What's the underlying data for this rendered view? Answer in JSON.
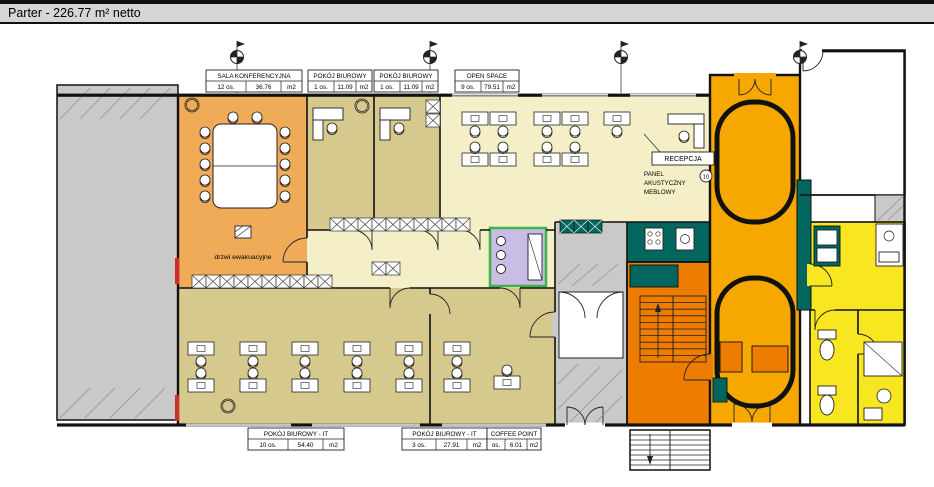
{
  "header": {
    "title": "Parter - 226.77 m² netto"
  },
  "colors": {
    "conference_orange": "#f0ab59",
    "office_khaki": "#d6c98e",
    "open_space_cream": "#f5efc8",
    "stair_hall_amber": "#f6a700",
    "stair_room_orange": "#ee7c00",
    "rooms_yellow": "#f8e620",
    "furniture_teal": "#00665e",
    "wc_purple": "#c9bce5",
    "wc_border_green": "#3cb44b",
    "neighbor_gray": "#c9c9c9",
    "evac_red": "#d42a2a",
    "wall_black": "#111111"
  },
  "room_labels": {
    "conference": {
      "title": "SALA KONFERENCYJNA",
      "left": "12 os.",
      "area": "36.76",
      "unit": "m2"
    },
    "office1": {
      "title": "POKÓJ BIUROWY",
      "left": "1 os.",
      "area": "11.09",
      "unit": "m2"
    },
    "office2": {
      "title": "POKÓJ BIUROWY",
      "left": "1 os.",
      "area": "11.09",
      "unit": "m2"
    },
    "open_space": {
      "title": "OPEN SPACE",
      "left": "9 os.",
      "area": "79.51",
      "unit": "m2"
    },
    "it1": {
      "title": "POKÓJ BIUROWY - IT",
      "left": "10 os.",
      "area": "54.40",
      "unit": "m2"
    },
    "it2": {
      "title": "POKÓJ BIUROWY - IT",
      "left": "3 os.",
      "area": "27.91",
      "unit": "m2"
    },
    "coffee": {
      "title": "COFFEE POINT",
      "left": "os.",
      "area": "6.01",
      "unit": "m2"
    }
  },
  "annotations": {
    "reception": "RECEPCJA",
    "panel_line1": "PANEL",
    "panel_line2": "AKUSTYCZNY",
    "panel_line3": "MEBLOWY",
    "panel_ref": "10",
    "evac_doors": "drzwi ewakuacyjne"
  }
}
